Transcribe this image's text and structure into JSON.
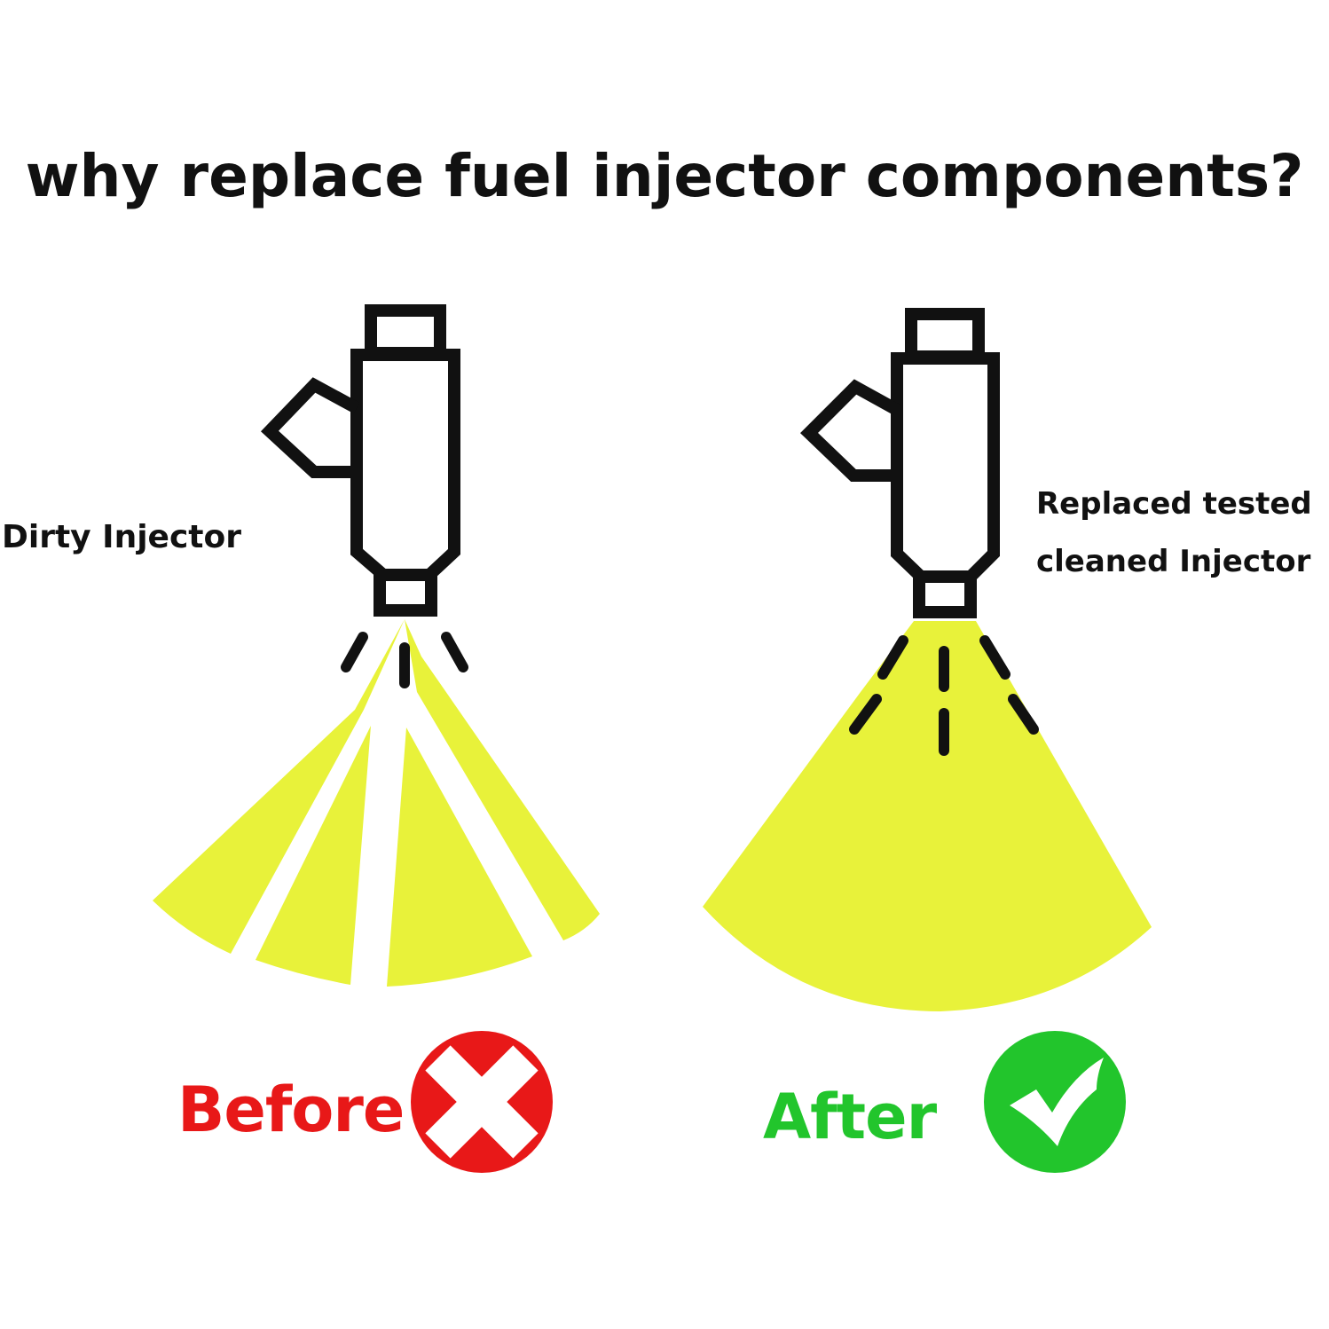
{
  "title": "why replace fuel injector components?",
  "left": {
    "label": "Dirty Injector",
    "status": "Before",
    "status_icon": "cross-icon",
    "status_color": "#e81818"
  },
  "right": {
    "label_lines": [
      "Replaced tested",
      "cleaned Injector"
    ],
    "status": "After",
    "status_icon": "checkmark-icon",
    "status_color": "#22c52c"
  },
  "colors": {
    "spray": "#e8f23a",
    "outline": "#111111"
  }
}
